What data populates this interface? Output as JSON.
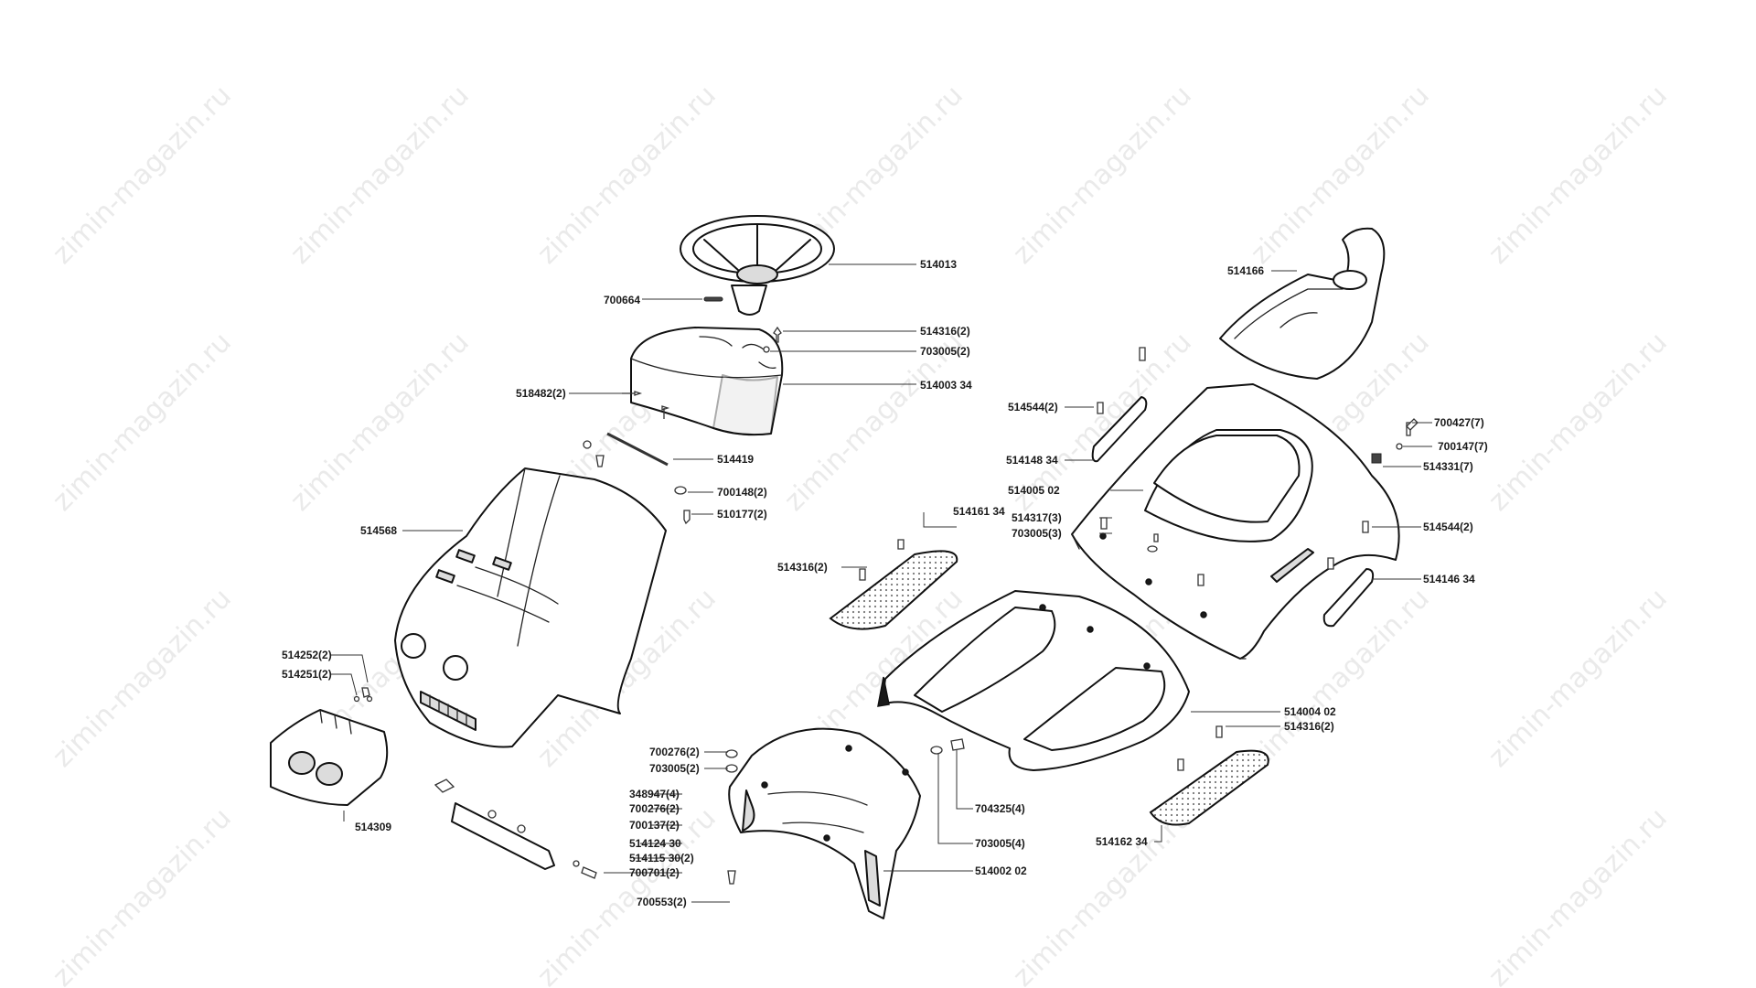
{
  "watermark_text": "zimin-magazin.ru",
  "callouts": {
    "c514013": "514013",
    "c700664": "700664",
    "c514316a": "514316(2)",
    "c703005a": "703005(2)",
    "c518482": "518482(2)",
    "c514003": "514003 34",
    "c514419": "514419",
    "c700148": "700148(2)",
    "c510177": "510177(2)",
    "c514568": "514568",
    "c514252": "514252(2)",
    "c514251": "514251(2)",
    "c514309": "514309",
    "c700276a": "700276(2)",
    "c703005b": "703005(2)",
    "c348947": "348947(4)",
    "c700276b": "700276(2)",
    "c700137": "700137(2)",
    "c514124": "514124 30",
    "c514115": "514115 30(2)",
    "c700701": "700701(2)",
    "c700553": "700553(2)",
    "c704325": "704325(4)",
    "c703005c": "703005(4)",
    "c514002": "514002 02",
    "c514166": "514166",
    "c514544a": "514544(2)",
    "c514148": "514148 34",
    "c514005": "514005 02",
    "c514161": "514161 34",
    "c514317": "514317(3)",
    "c703005d": "703005(3)",
    "c514316b": "514316(2)",
    "c700427": "700427(7)",
    "c700147": "700147(7)",
    "c514331": "514331(7)",
    "c514544b": "514544(2)",
    "c514146": "514146 34",
    "c514004": "514004 02",
    "c514316c": "514316(2)",
    "c514162": "514162 34"
  }
}
